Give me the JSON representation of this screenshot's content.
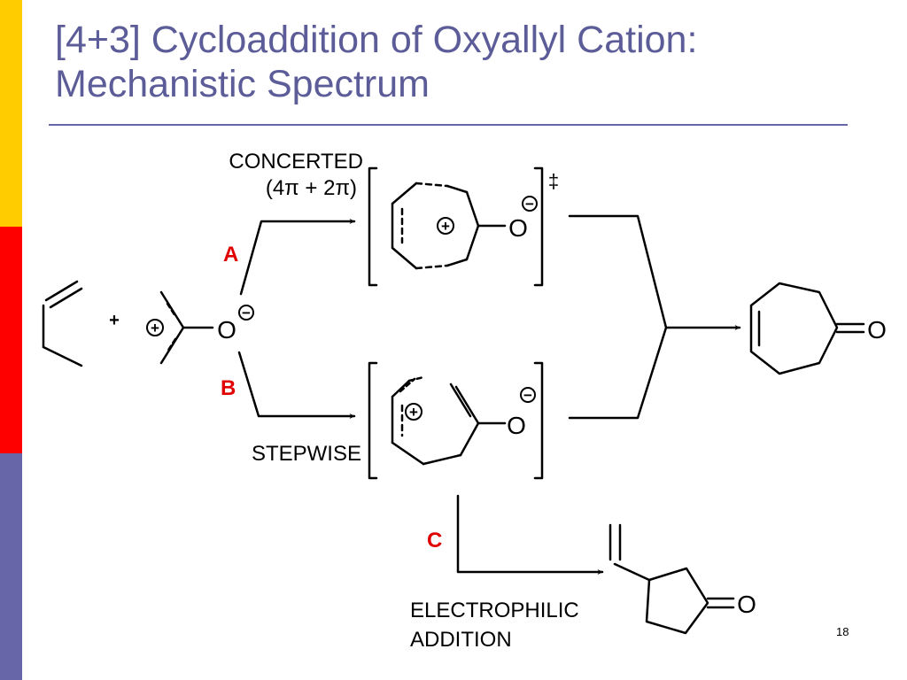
{
  "colors": {
    "yellow": "#ffcc00",
    "red": "#ff0000",
    "purple": "#6666a8",
    "title": "#5c5c99",
    "path_label": "#e00000",
    "ink": "#000000"
  },
  "slide": {
    "title_line1": "[4+3] Cycloaddition of Oxyallyl Cation:",
    "title_line2": "Mechanistic Spectrum",
    "page_number": "18"
  },
  "scheme": {
    "concerted_label": "CONCERTED",
    "concerted_sub": "(4π + 2π)",
    "stepwise_label": "STEPWISE",
    "electrophilic_line1": "ELECTROPHILIC",
    "electrophilic_line2": "ADDITION",
    "path_a": "A",
    "path_b": "B",
    "path_c": "C",
    "plus": "+",
    "oxygen": "O",
    "double_dagger": "‡",
    "plus_charge": "+",
    "minus_charge": "−"
  }
}
